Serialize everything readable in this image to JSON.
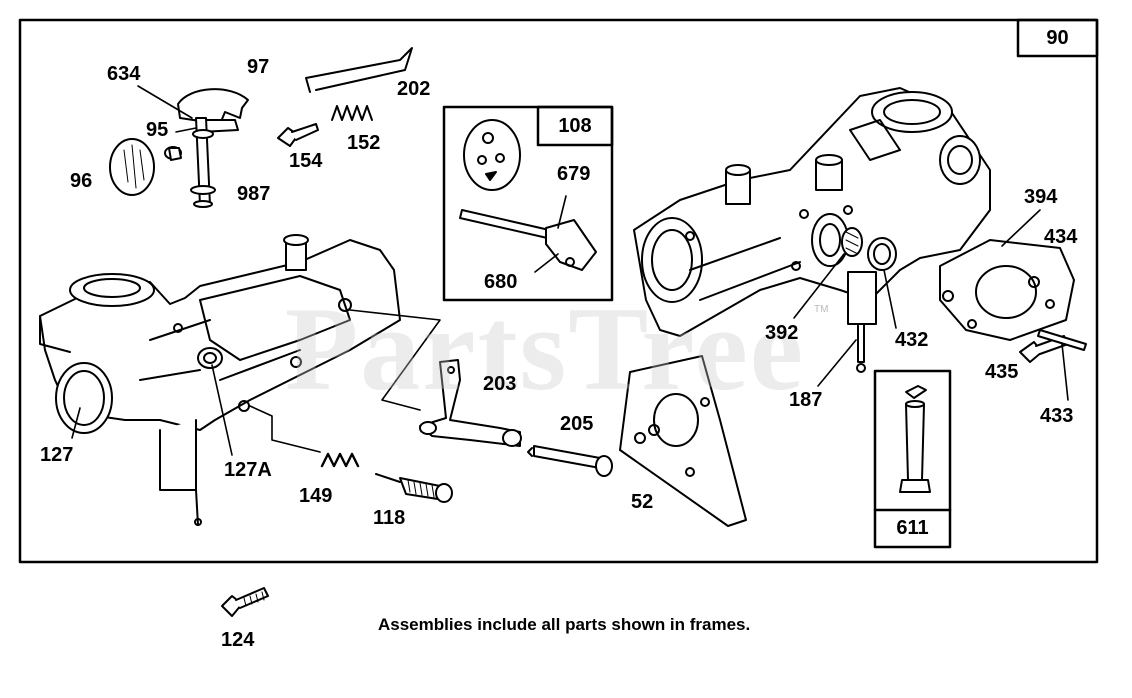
{
  "frame_labels": {
    "main_assembly": "90",
    "throttle_assembly": "108",
    "nozzle_assembly": "611"
  },
  "part_labels": {
    "p634": "634",
    "p97": "97",
    "p202": "202",
    "p95": "95",
    "p154": "154",
    "p152": "152",
    "p96": "96",
    "p987": "987",
    "p679": "679",
    "p680": "680",
    "p394": "394",
    "p434": "434",
    "p392": "392",
    "p432": "432",
    "p187": "187",
    "p435": "435",
    "p433": "433",
    "p203": "203",
    "p205": "205",
    "p127": "127",
    "p127a": "127A",
    "p149": "149",
    "p118": "118",
    "p52": "52",
    "p124": "124"
  },
  "watermark": "PartsTree",
  "watermark_tm": "TM",
  "footnote": "Assemblies include all parts shown in frames."
}
